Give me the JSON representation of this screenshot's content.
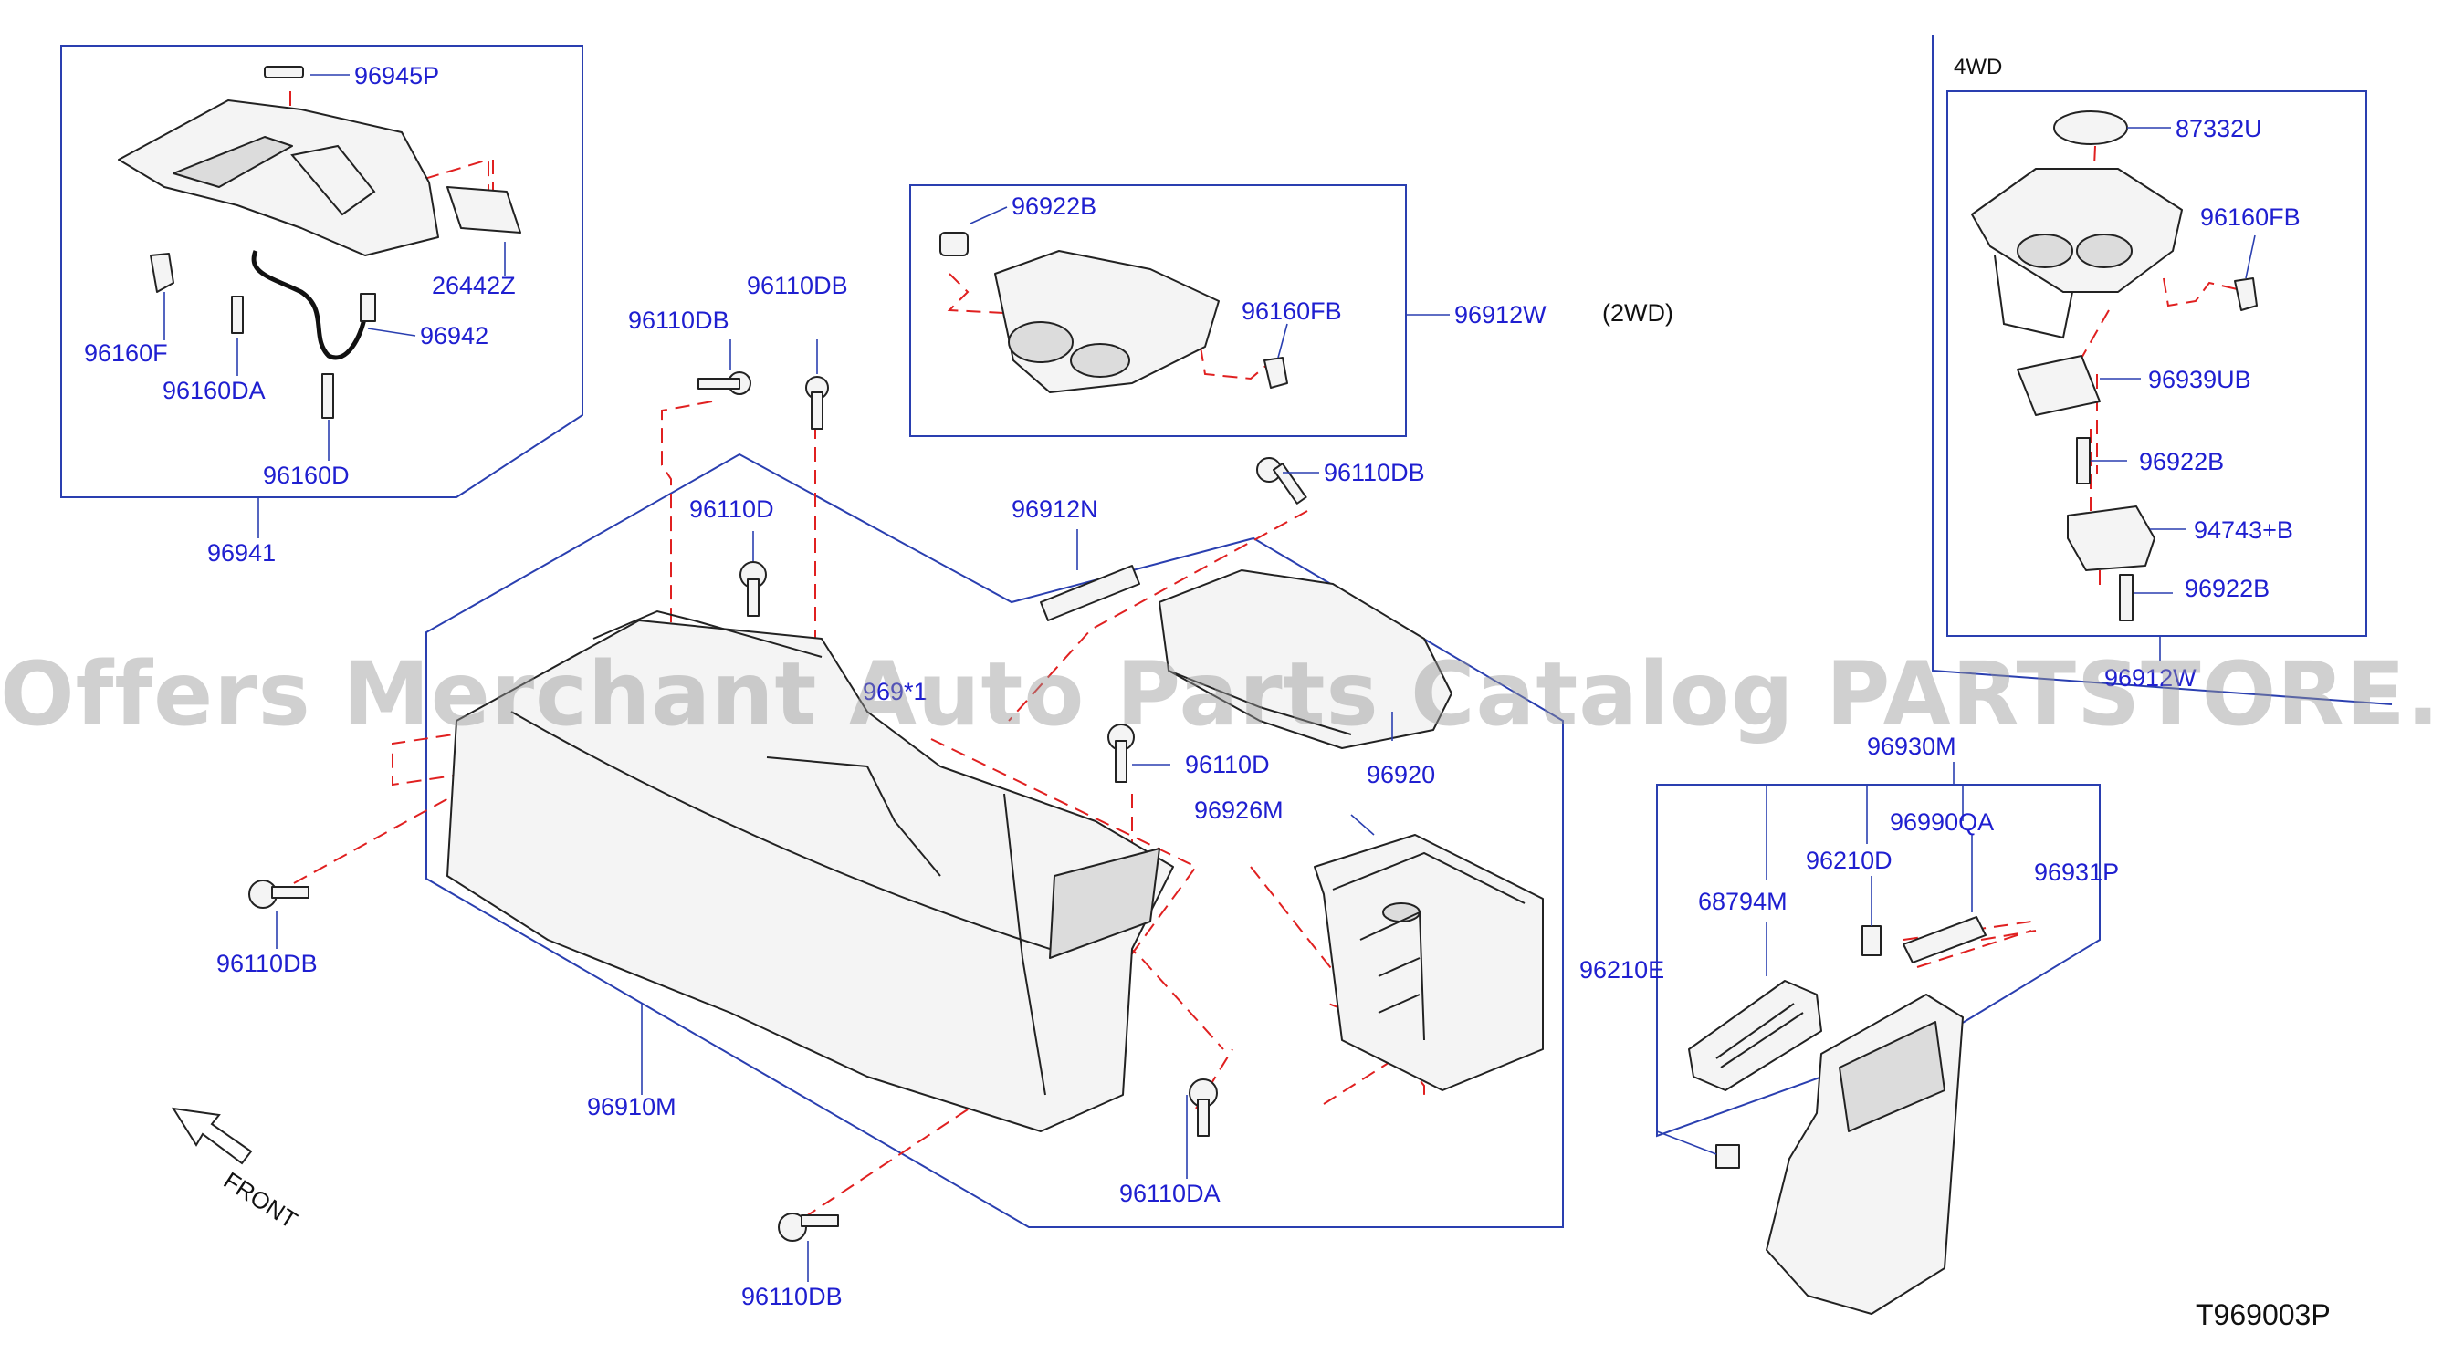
{
  "diagram": {
    "labels": [
      {
        "id": "p96945P",
        "text": "96945P"
      },
      {
        "id": "p26442Z",
        "text": "26442Z"
      },
      {
        "id": "p96160F",
        "text": "96160F"
      },
      {
        "id": "p96942",
        "text": "96942"
      },
      {
        "id": "p96160DA",
        "text": "96160DA"
      },
      {
        "id": "p96160D",
        "text": "96160D"
      },
      {
        "id": "p96941",
        "text": "96941"
      },
      {
        "id": "p96922B_top",
        "text": "96922B"
      },
      {
        "id": "p96160FB_mid",
        "text": "96160FB"
      },
      {
        "id": "p96912W_2wd",
        "text": "96912W"
      },
      {
        "id": "p96110DB_a",
        "text": "96110DB"
      },
      {
        "id": "p96110DB_b",
        "text": "96110DB"
      },
      {
        "id": "p96110DB_c",
        "text": "96110DB"
      },
      {
        "id": "p96110D_a",
        "text": "96110D"
      },
      {
        "id": "p96912N",
        "text": "96912N"
      },
      {
        "id": "p96920",
        "text": "96920"
      },
      {
        "id": "p96110D_b",
        "text": "96110D"
      },
      {
        "id": "p96926M",
        "text": "96926M"
      },
      {
        "id": "p96110DB_d",
        "text": "96110DB"
      },
      {
        "id": "p96910M",
        "text": "96910M"
      },
      {
        "id": "p96110DA",
        "text": "96110DA"
      },
      {
        "id": "p96110DB_e",
        "text": "96110DB"
      },
      {
        "id": "p87332U",
        "text": "87332U"
      },
      {
        "id": "p96160FB_4wd",
        "text": "96160FB"
      },
      {
        "id": "p96939UB",
        "text": "96939UB"
      },
      {
        "id": "p96922B_a",
        "text": "96922B"
      },
      {
        "id": "p94743B",
        "text": "94743+B"
      },
      {
        "id": "p96922B_b",
        "text": "96922B"
      },
      {
        "id": "p96912W_4wd",
        "text": "96912W"
      },
      {
        "id": "p96930M",
        "text": "96930M"
      },
      {
        "id": "p96990QA",
        "text": "96990QA"
      },
      {
        "id": "p96210D",
        "text": "96210D"
      },
      {
        "id": "p68794M",
        "text": "68794M"
      },
      {
        "id": "p96931P",
        "text": "96931P"
      },
      {
        "id": "p96210E",
        "text": "96210E"
      }
    ],
    "variant_2wd": "(2WD)",
    "variant_4wd": "4WD",
    "front_label": "FRONT",
    "drawing_code": "T969003P",
    "partial_number": "969*1",
    "watermark": "Offers Merchant Auto Parts Catalog PARTSTORE.SA",
    "colors": {
      "label_text": "#1f1fd0",
      "leader_line": "#2a3fb0",
      "dashed_line": "#e02020",
      "part_outline": "#222222",
      "watermark": "#969696"
    }
  }
}
